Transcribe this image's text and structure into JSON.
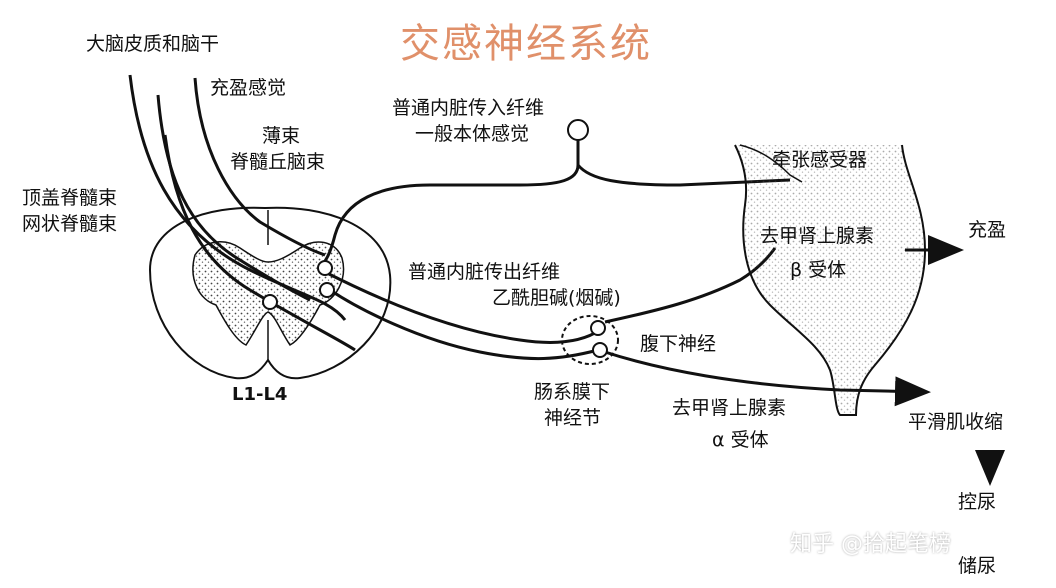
{
  "title": "交感神经系统",
  "colors": {
    "title": "#e0906a",
    "lines": "#111111",
    "stipple": "#444444"
  },
  "labels": {
    "cerebrum_brainstem": "大脑皮质和脑干",
    "filling_sense": "充盈感觉",
    "thin_bundle": "薄束",
    "spinothalamic": "脊髓丘脑束",
    "tectospinal": "顶盖脊髓束",
    "reticulospinal": "网状脊髓束",
    "visceral_afferent": "普通内脏传入纤维",
    "somatic_sense": "一般本体感觉",
    "stretch_receptor": "牵张感受器",
    "visceral_efferent": "普通内脏传出纤维",
    "acetylcholine": "乙酰胆碱(烟碱)",
    "norepi_beta": "去甲肾上腺素",
    "beta_receptor": "β 受体",
    "filling": "充盈",
    "hypogastric_nerve": "腹下神经",
    "mesenteric_ganglion_1": "肠系膜下",
    "mesenteric_ganglion_2": "神经节",
    "norepi_alpha": "去甲肾上腺素",
    "alpha_receptor": "α 受体",
    "smooth_muscle": "平滑肌收缩",
    "urine_control": "控尿",
    "urine_storage": "储尿",
    "segment": "L1-L4",
    "watermark": "知乎 @拾起笔榜"
  }
}
